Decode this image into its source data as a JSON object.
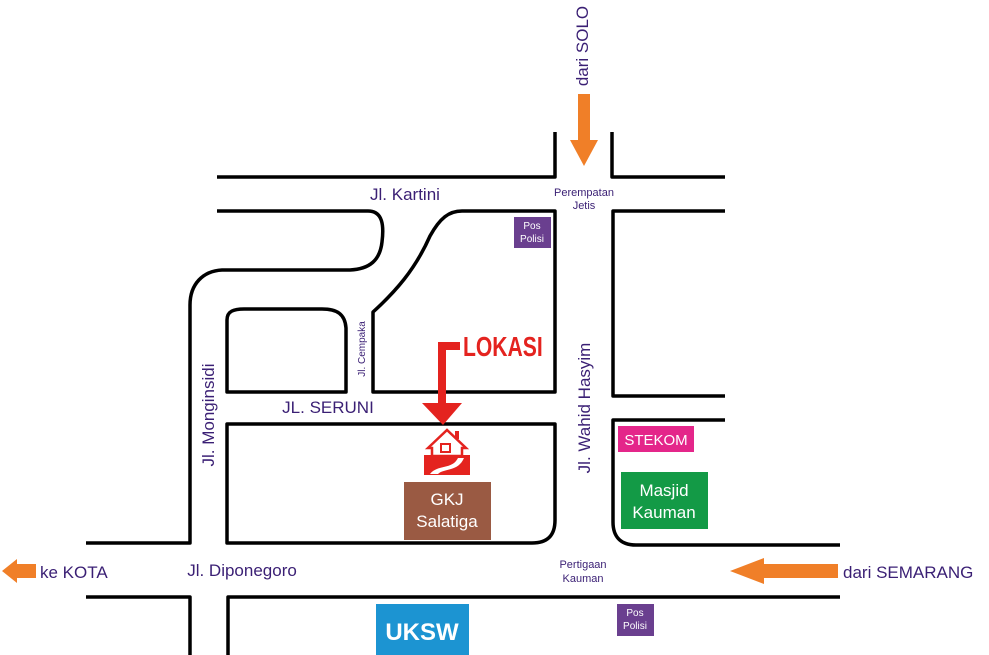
{
  "colors": {
    "road": "#000000",
    "street_label": "#3a1f74",
    "direction_arrow": "#f07f28",
    "lokasi": "#e4231f",
    "pos_polisi": "#6a3f8f",
    "stekom": "#e4268a",
    "masjid": "#139a46",
    "gkj": "#9a5a43",
    "uksw": "#1c94d2"
  },
  "directions": {
    "from_solo": "dari SOLO",
    "from_semarang": "dari SEMARANG",
    "to_kota": "ke KOTA"
  },
  "streets": {
    "kartini": "Jl. Kartini",
    "seruni": "JL. SERUNI",
    "monginsidi": "Jl. Monginsidi",
    "cempaka": "Jl. Cempaka",
    "wahid_hasyim": "Jl. Wahid Hasyim",
    "diponegoro": "Jl. Diponegoro"
  },
  "intersections": {
    "jetis": [
      "Perempatan",
      "Jetis"
    ],
    "kauman": [
      "Pertigaan",
      "Kauman"
    ]
  },
  "landmarks": {
    "lokasi": "LOKASI",
    "pos_polisi": [
      "Pos",
      "Polisi"
    ],
    "stekom": "STEKOM",
    "masjid": [
      "Masjid",
      "Kauman"
    ],
    "gkj": [
      "GKJ",
      "Salatiga"
    ],
    "uksw": "UKSW"
  },
  "icons": {
    "location_marker": "house-icon"
  }
}
